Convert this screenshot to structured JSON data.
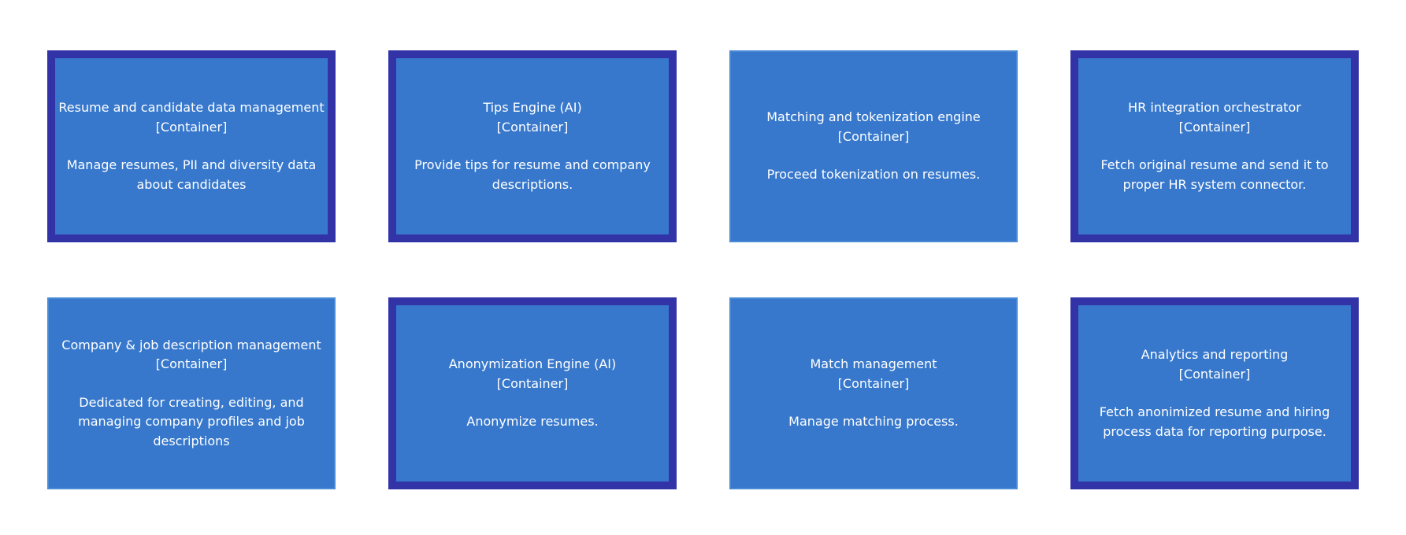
{
  "containers": [
    {
      "title": "Resume and candidate data management",
      "kind": "[Container]",
      "description": "Manage resumes, PII and diversity data about candidates",
      "border": "thick"
    },
    {
      "title": "Tips Engine (AI)",
      "kind": "[Container]",
      "description": "Provide tips for resume and company descriptions.",
      "border": "thick"
    },
    {
      "title": "Matching and tokenization engine",
      "kind": "[Container]",
      "description": "Proceed tokenization on resumes.",
      "border": "thin"
    },
    {
      "title": "HR integration orchestrator",
      "kind": "[Container]",
      "description": "Fetch original resume and send it to proper HR system connector.",
      "border": "thick"
    },
    {
      "title": "Company & job description management",
      "kind": "[Container]",
      "description": "Dedicated for creating, editing, and managing company profiles and job descriptions",
      "border": "thin"
    },
    {
      "title": "Anonymization Engine (AI)",
      "kind": "[Container]",
      "description": "Anonymize resumes.",
      "border": "thick"
    },
    {
      "title": "Match management",
      "kind": "[Container]",
      "description": "Manage matching process.",
      "border": "thin"
    },
    {
      "title": "Analytics and reporting",
      "kind": "[Container]",
      "description": "Fetch anonimized resume and hiring process data for reporting purpose.",
      "border": "thick"
    }
  ],
  "colors": {
    "box_fill": "#3778cc",
    "thick_border": "#3333a8",
    "thin_border": "#4a8bd8",
    "text": "#ffffff"
  }
}
